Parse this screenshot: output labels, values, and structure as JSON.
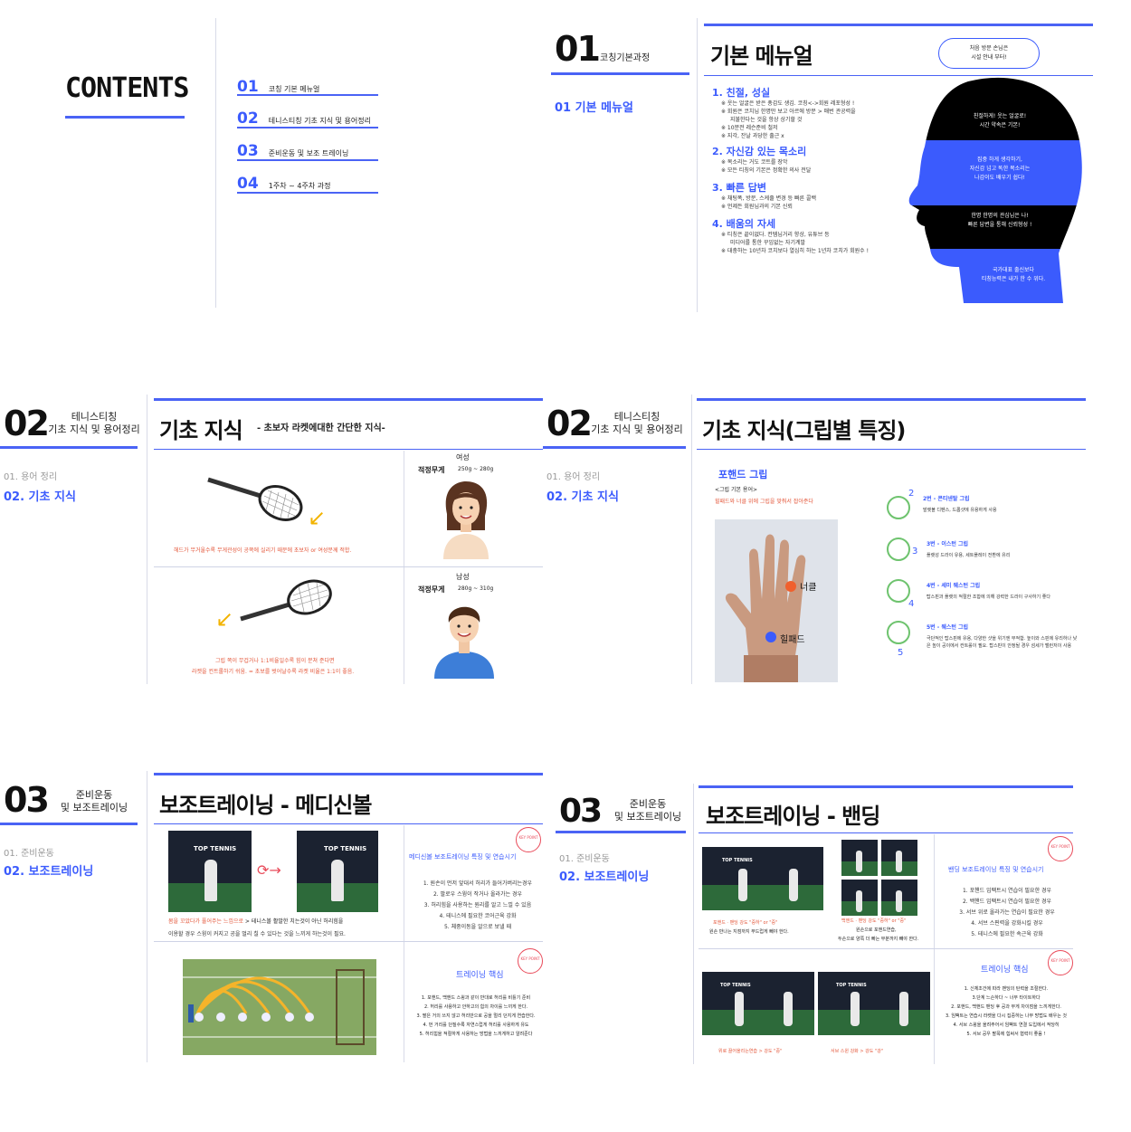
{
  "contents": {
    "title": "CONTENTS",
    "items": [
      {
        "num": "01",
        "label": "코칭 기본 메뉴얼"
      },
      {
        "num": "02",
        "label": "테니스티칭 기초 지식 및 용어정리"
      },
      {
        "num": "03",
        "label": "준비운동 및 보조 트레이닝"
      },
      {
        "num": "04",
        "label": "1주차 ~ 4주차 과정"
      }
    ]
  },
  "slide1": {
    "num": "01",
    "sub": "코칭기본과정",
    "side": "01 기본 메뉴얼",
    "title": "기본 메뉴얼",
    "bubble": "처음 방문 손님은\n시설 안내 부터!",
    "sections": [
      {
        "head": "1. 친절, 성실",
        "lines": [
          "※ 웃는 얼굴은 받은 총감도 생김. 코칭<->회원 레포형성 !",
          "※ 회원은 코치님 한명만 보고 아르에 방문 > 매번 관공력을",
          "지불한다는 것을 항상 상기할 것",
          "※ 10분전 레슨준비 철저",
          "※ 지각, 잔날 과당한 출근 x"
        ]
      },
      {
        "head": "2. 자신감 있는 목소리",
        "lines": [
          "※ 목소리는 거도 코트를 장악",
          "※ 모든 티칭의 기본은 정확한 의사 전달"
        ]
      },
      {
        "head": "3. 빠른 답변",
        "lines": [
          "※ 채팅폭, 방문, 스케줄 변경 등 빠른 콜백",
          "※ 언제든 회원님과의 기본 신뢰"
        ]
      },
      {
        "head": "4. 배움의 자세",
        "lines": [
          "※ 티칭은 끝이없다. 컨템님거리 향상, 유튜브 등",
          "미디어를 통한 꾸임없는 자기계발",
          "※ 대충하는 10년차 코치보다 열심히 하는 1년차 코치가 회원수 !"
        ]
      }
    ],
    "head_texts": [
      "친절하게! 웃는 얼굴로!\n시간 약속은 기본!",
      "집중 하게 생각하기,\n자신감 넘고 똑한 목소리는\n나감이도 배우기 쉽다!",
      "한명 한명의 관심님은 나!\n빠른 답변을 통해 신뢰형성 !",
      "국가대표 출신보다\n티칭능력은 내가 한 수 위다."
    ]
  },
  "slide2": {
    "num": "02",
    "sub": "테니스티칭\n기초 지식 및 용어정리",
    "side_gray": "01. 용어 정리",
    "side_blue": "02. 기초 지식",
    "title": "기초 지식",
    "subtitle": "- 초보자 라켓에대한 간단한 지식-",
    "female_label": "여성",
    "female_weight_label": "적정무게",
    "female_weight": "250g ~ 280g",
    "male_label": "남성",
    "male_weight_label": "적정무게",
    "male_weight": "280g ~ 310g",
    "note1": "헤드가 무거울수록 무게관성이 공쪽에 실리기 때문에 초보자 or 여성분께 적합.",
    "note2a": "그립 쪽이 무겁거나 1:1비율일수록 힘이 분쳐 준다면",
    "note2b": "라켓을 컨트롤하기 쉬움. = 초보를 벗어날수록 라켓 비율은 1:1이 좋음."
  },
  "slide3": {
    "num": "02",
    "sub": "테니스티칭\n기초 지식 및 용어정리",
    "side_gray": "01. 용어 정리",
    "side_blue": "02. 기초 지식",
    "title": "기초 지식(그립별 특징)",
    "grip_head": "포핸드 그립",
    "grip_sub": "<그립 기본 용어>",
    "grip_red": "힐패드와 너클 위에 그립을 맞춰서 잡아준다",
    "label_knuckle": "너클",
    "label_heel": "힐패드",
    "grips": [
      {
        "num": "2",
        "head": "2번 - 콘티넨탈 그립",
        "desc": "발렛볼 디펜스, 드롭샷에 유용하게 사용"
      },
      {
        "num": "3",
        "head": "3번 - 이스턴 그립",
        "desc": "플랫성 드라이 유용, 세트플레이 전환에 유리"
      },
      {
        "num": "4",
        "head": "4번 - 세미 웨스턴 그립",
        "desc": "탑스핀과 플랫의 적절한 조합에 의해 강력한 드라이 구사하기 좋다"
      },
      {
        "num": "5",
        "head": "5번 - 웨스턴 그립",
        "desc": "극단적인 탑스핀에 유용, 다양한 샷을 위기엔 부적합. 높이와 스핀에 유리하나 낮은 높이 공이에서 컨트롤이 필요. 탑스핀이 안정될 경우 섬세가 밸런저이 사용"
      }
    ]
  },
  "slide4": {
    "num": "03",
    "sub": "준비운동\n및 보조트레이닝",
    "side_gray": "01. 준비운동",
    "side_blue": "02. 보조트레이닝",
    "title": "보조트레이닝 - 메디신볼",
    "photo_brand": "TOP TENNIS",
    "caption_red": "몸을 꼬았다가 풀어주는 느낌으로",
    "caption_rest": " > 테니스볼 활발한 치는것이 아닌 허리힘을",
    "caption2": "이용할 경우 스윙이 커지고 공을 멀리 칠 수 있다는 것을 느끼게 하는것이 필요.",
    "keypoint": "KEY POINT",
    "feature_head": "메디신볼 보조트레이닝 특징 및 연습시기",
    "features": [
      "1. 원손이 먼저 앞대서 허리가 들어가버리는경우",
      "2. 팔로우 스윙이 작거나 올라가는 경우",
      "3. 허리힘을 사용하는 원리를 알고 느낄 수 있음",
      "4. 테니스에 필요한 코어근육 강화",
      "5. 체중이동을 알으로 보낼 때"
    ],
    "core_head": "트레이닝 핵심",
    "core": [
      "1. 포핸드, 백핸드 스윙과 같이 반대로 허리를 비틀기 준비",
      "2. 허리를 사용하고 안하고의 힘의 차이를 느끼게 한다.",
      "3. 팔은 거의 쓰지 않고 허리만으로 공을 멀리 던지게 연습한다.",
      "4. 먼 거리를 던질수록 자연스럽게 허리를 사용하게 유도",
      "5. 허리힘을 적절하게 사용하는 방법을 느끼게하고 알려준다"
    ]
  },
  "slide5": {
    "num": "03",
    "sub": "준비운동\n및 보조트레이닝",
    "side_gray": "01. 준비운동",
    "side_blue": "02. 보조트레이닝",
    "title": "보조트레이닝 - 밴딩",
    "photo_brand": "TOP TENNIS",
    "cap1a": "포핸드 · 밴딩 강도 \"중하\" or \"중\"",
    "cap1b": "원손 만나는 지점까지 부드럽게 빼야 한다.",
    "cap2a": "백핸드 · 밴딩 강도 \"중하\" or \"중\"",
    "cap2b": "원손으로 포핸드연습,",
    "cap2c": "두손으로 양쪽 더 빠는 부분까지 빼야 한다.",
    "cap3": "위로 끌어올리는연습 > 강도 \"중\"",
    "cap4": "서브 스윈 강화 > 강도 \"강\"",
    "keypoint": "KEY POINT",
    "feature_head": "밴딩 보조트레이닝 특징 및 연습시기",
    "features": [
      "1. 포핸드 임팩트시 연습이 필요한 경우",
      "2. 백핸드 임팩트시 연습이 필요한 경우",
      "3. 서브 위로 올라가는 연습이 필요한 경우",
      "4. 서브 스핀력을 강화시킬 경우",
      "5. 테니스에 필요한 속근육 강화"
    ],
    "core_head": "트레이닝 핵심",
    "core": [
      "1. 신체조건에 따라 밴딩의 탄력을 조절한다.",
      "3.단계 느슨하다 ~ 너무 타이트하다",
      "2. 포핸드, 백핸드 밴딩 후 공과 무게 차이점을 느끼게한다.",
      "3. 임팩트는 연습시 라켓을 다시 집중하는 나무 방법도 배우는 것",
      "4. 서브 스윙을 올려주어서 임팩트 연결 도입에서 적당히",
      "5. 서브 공우 팔목에 힘써서 협력이 좋음 !"
    ]
  }
}
